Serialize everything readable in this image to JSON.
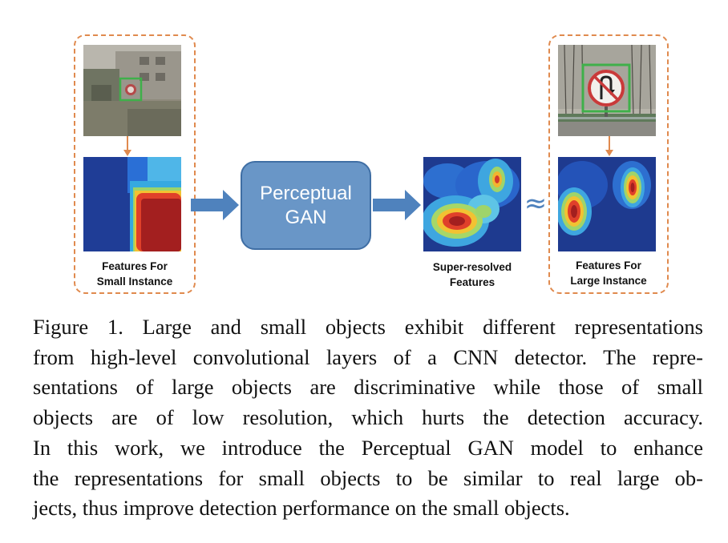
{
  "figure": {
    "left_panel": {
      "label_line1": "Features For",
      "label_line2": "Small Instance"
    },
    "center": {
      "gan_line1": "Perceptual",
      "gan_line2": "GAN",
      "output_line1": "Super-resolved",
      "output_line2": "Features"
    },
    "approx_symbol": "≈",
    "right_panel": {
      "label_line1": "Features For",
      "label_line2": "Large Instance"
    }
  },
  "caption": {
    "lines": [
      "Figure 1. Large and small objects exhibit different representations",
      "from high-level convolutional layers of a CNN detector. The repre-",
      "sentations of large objects are discriminative while those of small",
      "objects are of low resolution, which hurts the detection accuracy.",
      "In this work, we introduce the Perceptual GAN model to enhance",
      "the representations for small objects to be similar to real large ob-",
      "jects, thus improve detection performance on the small objects."
    ]
  },
  "colors": {
    "dashed_frame": "#e08a4e",
    "gan_box": "#6996c7",
    "arrow": "#4f82bd",
    "bbox": "#3fb04a"
  }
}
